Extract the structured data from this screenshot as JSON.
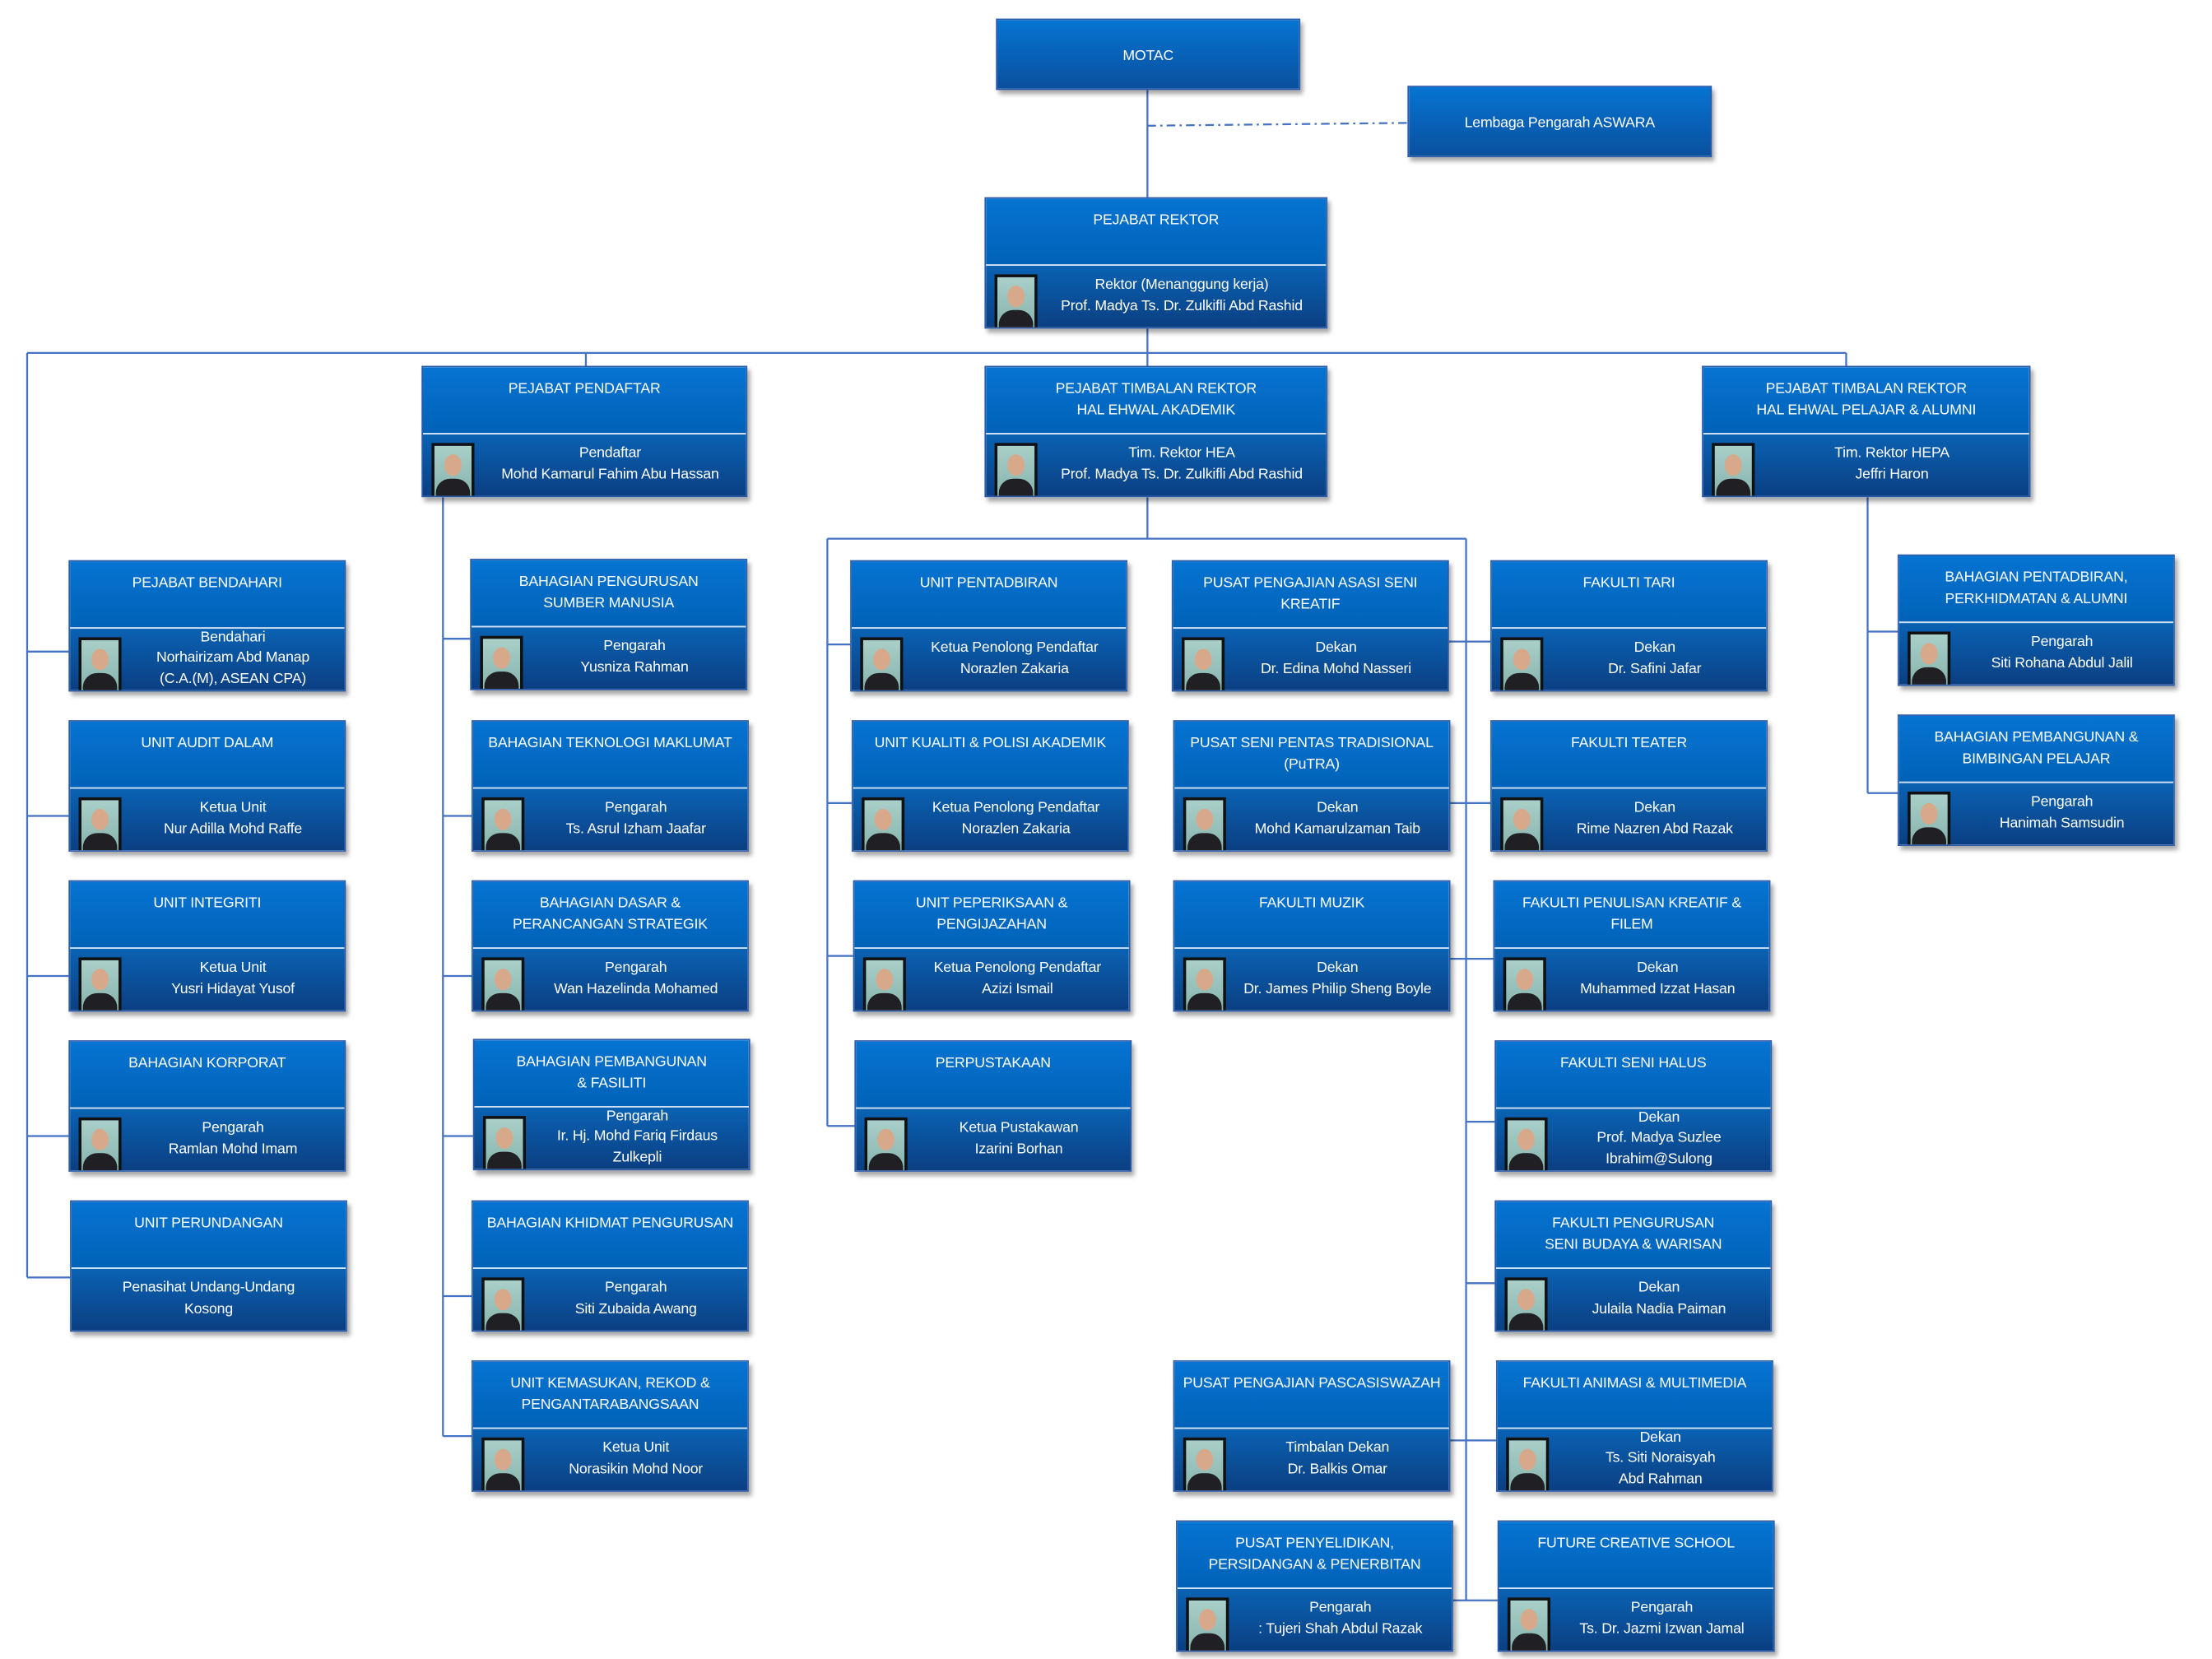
{
  "colors": {
    "line": "#4472c4",
    "header": "#0674d2",
    "body": "#0b3f82"
  },
  "boxes": [
    {
      "title": "MOTAC"
    },
    {
      "title": "Lembaga Pengarah ASWARA"
    },
    {
      "title": "PEJABAT REKTOR",
      "body": "Rektor (Menanggung kerja)\nProf. Madya Ts. Dr. Zulkifli Abd Rashid",
      "photo": true
    },
    {
      "title": "PEJABAT PENDAFTAR",
      "body": "Pendaftar\nMohd Kamarul Fahim Abu Hassan",
      "photo": true
    },
    {
      "title": "PEJABAT TIMBALAN REKTOR\nHAL EHWAL AKADEMIK",
      "body": "Tim. Rektor HEA\nProf. Madya Ts. Dr. Zulkifli Abd Rashid",
      "photo": true
    },
    {
      "title": "PEJABAT TIMBALAN REKTOR\nHAL EHWAL PELAJAR & ALUMNI",
      "body": "Tim. Rektor HEPA\nJeffri Haron",
      "photo": true
    },
    {
      "title": "PEJABAT BENDAHARI",
      "body": "Bendahari\nNorhairizam Abd Manap\n(C.A.(M), ASEAN CPA)",
      "photo": true
    },
    {
      "title": "UNIT AUDIT DALAM",
      "body": "Ketua Unit\nNur Adilla Mohd Raffe",
      "photo": true
    },
    {
      "title": "UNIT INTEGRITI",
      "body": "Ketua Unit\nYusri Hidayat Yusof",
      "photo": true
    },
    {
      "title": "BAHAGIAN KORPORAT",
      "body": "Pengarah\nRamlan Mohd Imam",
      "photo": true
    },
    {
      "title": "UNIT PERUNDANGAN",
      "body": "Penasihat Undang-Undang\nKosong",
      "photo": false
    },
    {
      "title": "BAHAGIAN PENGURUSAN\nSUMBER MANUSIA",
      "body": "Pengarah\nYusniza Rahman",
      "photo": true
    },
    {
      "title": "BAHAGIAN TEKNOLOGI MAKLUMAT",
      "body": "Pengarah\nTs. Asrul Izham Jaafar",
      "photo": true
    },
    {
      "title": "BAHAGIAN DASAR &\nPERANCANGAN STRATEGIK",
      "body": "Pengarah\nWan Hazelinda Mohamed",
      "photo": true
    },
    {
      "title": "BAHAGIAN PEMBANGUNAN\n& FASILITI",
      "body": "Pengarah\nIr. Hj. Mohd Fariq Firdaus\nZulkepli",
      "photo": true
    },
    {
      "title": "BAHAGIAN KHIDMAT PENGURUSAN",
      "body": "Pengarah\nSiti Zubaida Awang",
      "photo": true
    },
    {
      "title": "UNIT KEMASUKAN, REKOD &\nPENGANTARABANGSAAN",
      "body": "Ketua Unit\nNorasikin Mohd Noor",
      "photo": true
    },
    {
      "title": "UNIT PENTADBIRAN",
      "body": "Ketua Penolong Pendaftar\nNorazlen Zakaria",
      "photo": true
    },
    {
      "title": "UNIT KUALITI & POLISI AKADEMIK",
      "body": "Ketua Penolong Pendaftar\nNorazlen Zakaria",
      "photo": true
    },
    {
      "title": "UNIT PEPERIKSAAN &\nPENGIJAZAHAN",
      "body": "Ketua Penolong Pendaftar\nAzizi Ismail",
      "photo": true
    },
    {
      "title": "PERPUSTAKAAN",
      "body": "Ketua Pustakawan\nIzarini Borhan",
      "photo": true
    },
    {
      "title": "PUSAT PENGAJIAN ASASI SENI\nKREATIF",
      "body": "Dekan\nDr. Edina Mohd Nasseri",
      "photo": true
    },
    {
      "title": "PUSAT SENI PENTAS TRADISIONAL\n(PuTRA)",
      "body": "Dekan\nMohd Kamarulzaman Taib",
      "photo": true
    },
    {
      "title": "FAKULTI MUZIK",
      "body": "Dekan\nDr. James Philip Sheng Boyle",
      "photo": true
    },
    {
      "title": "PUSAT PENGAJIAN PASCASISWAZAH",
      "body": "Timbalan Dekan\nDr. Balkis Omar",
      "photo": true
    },
    {
      "title": "PUSAT PENYELIDIKAN,\nPERSIDANGAN & PENERBITAN",
      "body": "Pengarah\n: Tujeri Shah Abdul Razak",
      "photo": true
    },
    {
      "title": "FAKULTI TARI",
      "body": "Dekan\nDr. Safini Jafar",
      "photo": true
    },
    {
      "title": "FAKULTI TEATER",
      "body": "Dekan\nRime Nazren Abd Razak",
      "photo": true
    },
    {
      "title": "FAKULTI PENULISAN KREATIF &\nFILEM",
      "body": "Dekan\nMuhammed Izzat Hasan",
      "photo": true
    },
    {
      "title": "FAKULTI SENI HALUS",
      "body": "Dekan\nProf. Madya Suzlee\nIbrahim@Sulong",
      "photo": true
    },
    {
      "title": "FAKULTI PENGURUSAN\nSENI BUDAYA & WARISAN",
      "body": "Dekan\nJulaila Nadia Paiman",
      "photo": true
    },
    {
      "title": "FAKULTI ANIMASI & MULTIMEDIA",
      "body": "Dekan\nTs. Siti Noraisyah\nAbd Rahman",
      "photo": true
    },
    {
      "title": "FUTURE CREATIVE SCHOOL",
      "body": "Pengarah\nTs. Dr. Jazmi Izwan Jamal",
      "photo": true
    },
    {
      "title": "BAHAGIAN PENTADBIRAN,\nPERKHIDMATAN & ALUMNI",
      "body": "Pengarah\nSiti Rohana Abdul Jalil",
      "photo": true
    },
    {
      "title": "BAHAGIAN PEMBANGUNAN &\nBIMBINGAN PELAJAR",
      "body": "Pengarah\nHanimah Samsudin",
      "photo": true
    }
  ]
}
